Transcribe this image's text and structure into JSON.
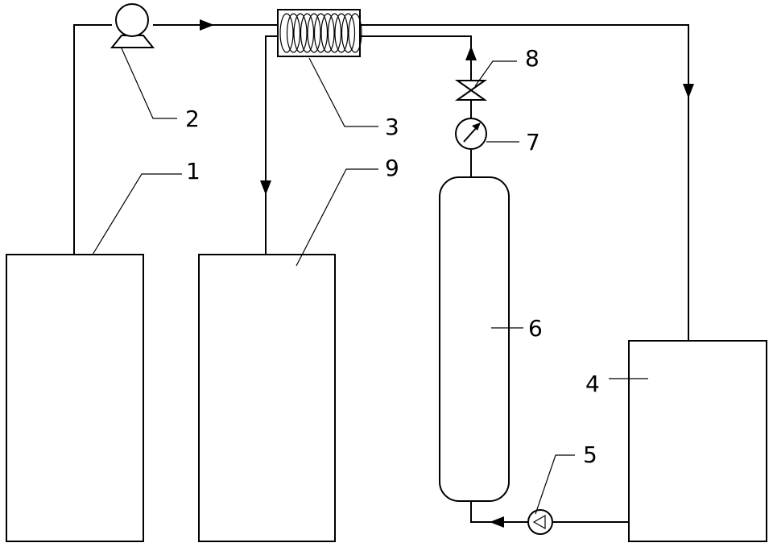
{
  "labels": {
    "n1": "1",
    "n2": "2",
    "n3": "3",
    "n4": "4",
    "n5": "5",
    "n6": "6",
    "n7": "7",
    "n8": "8",
    "n9": "9"
  }
}
